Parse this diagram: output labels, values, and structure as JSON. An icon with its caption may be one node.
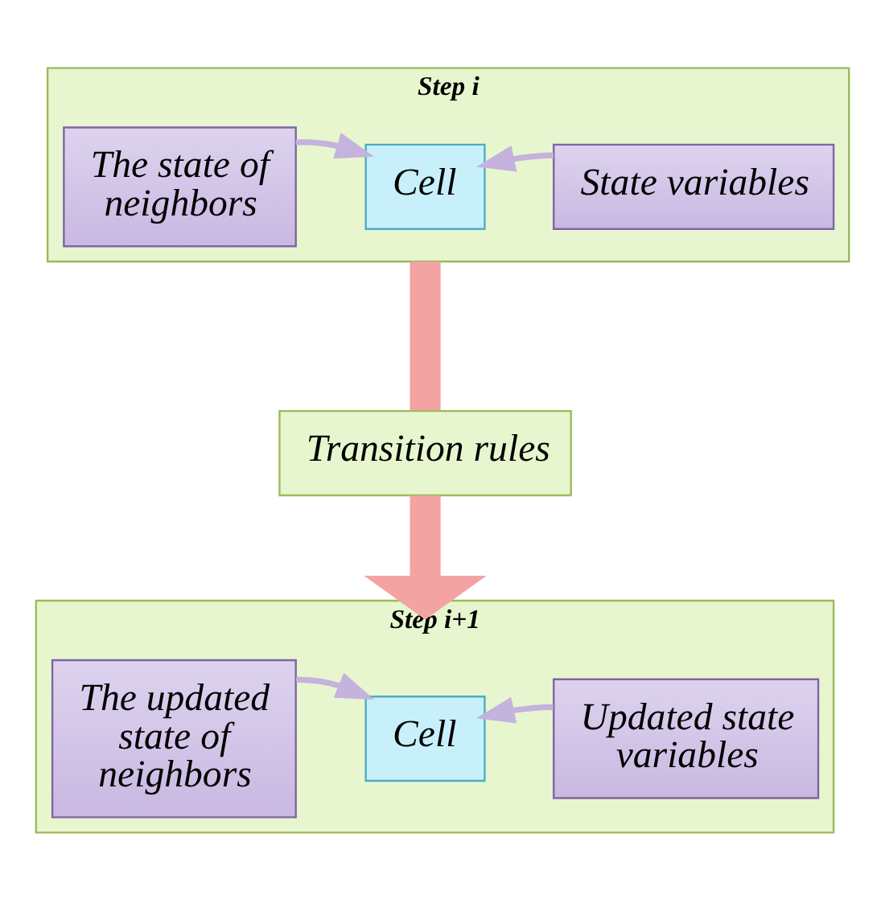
{
  "diagram": {
    "nodes": [
      {
        "text": [
          "Step i"
        ]
      },
      {
        "text": [
          "The state of neighbors"
        ],
        "in": 0
      },
      {
        "text": [
          "Cell"
        ],
        "in": 0
      },
      {
        "text": [
          "State variables"
        ],
        "in": 0
      },
      {
        "text": [
          "Transition rules"
        ]
      },
      {
        "text": [
          "Step i+1"
        ]
      },
      {
        "text": [
          "The updated state of neighbors"
        ],
        "in": 5
      },
      {
        "text": [
          "Cell"
        ],
        "in": 5
      },
      {
        "text": [
          "Updated state variables"
        ],
        "in": 5
      }
    ],
    "edges": [
      {
        "from": 1,
        "to": 2,
        "arrow": "to"
      },
      {
        "from": 3,
        "to": 2,
        "arrow": "to"
      },
      {
        "from": 0,
        "to": 4,
        "arrow": "none",
        "style": "thick",
        "color": "#f4a3a3"
      },
      {
        "from": 4,
        "to": 5,
        "arrow": "to",
        "style": "thick",
        "color": "#f4a3a3"
      },
      {
        "from": 6,
        "to": 7,
        "arrow": "to"
      },
      {
        "from": 8,
        "to": 7,
        "arrow": "to"
      }
    ]
  }
}
